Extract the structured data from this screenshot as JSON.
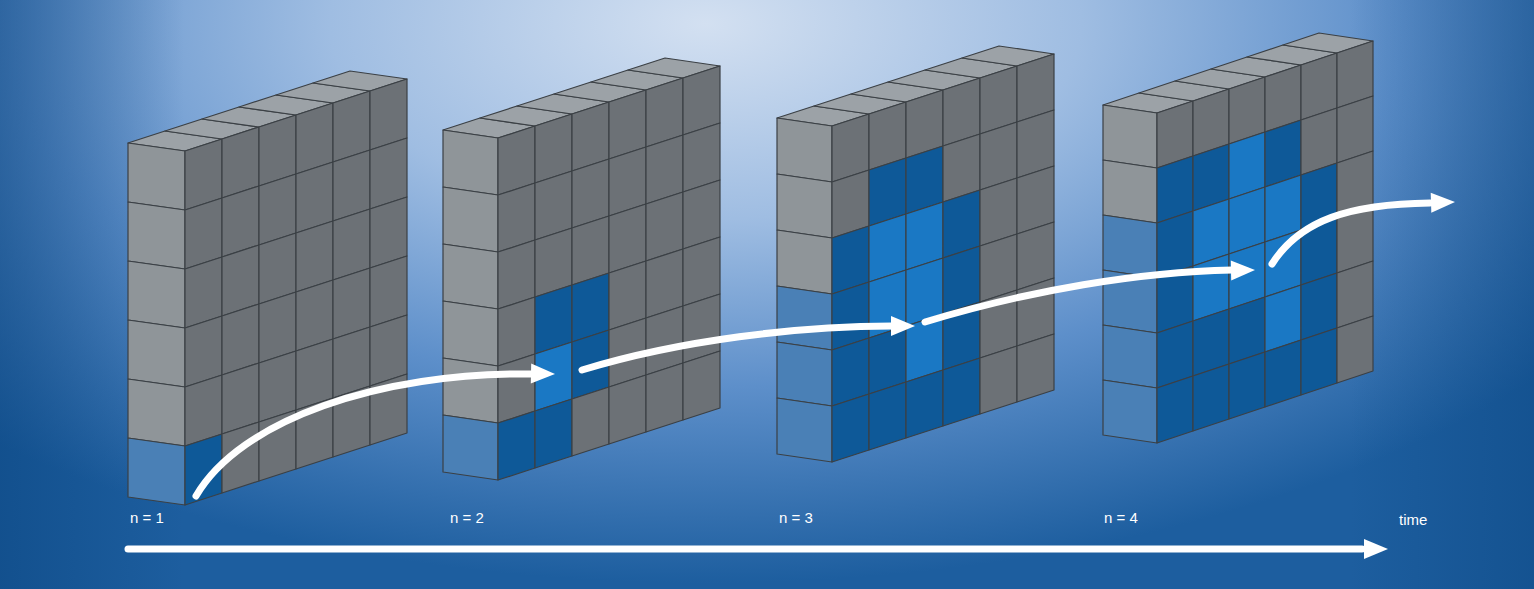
{
  "diagram": {
    "labels": [
      "n = 1",
      "n = 2",
      "n = 3",
      "n = 4",
      "time"
    ]
  }
}
